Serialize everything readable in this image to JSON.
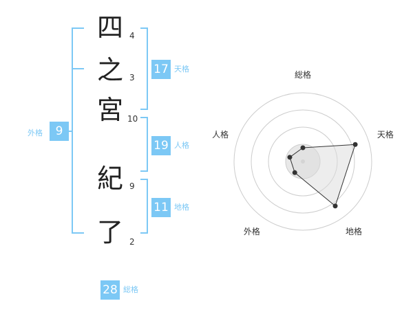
{
  "name": {
    "chars": [
      {
        "char": "四",
        "strokes": "4"
      },
      {
        "char": "之",
        "strokes": "3"
      },
      {
        "char": "宮",
        "strokes": "10"
      },
      {
        "char": "紀",
        "strokes": "9"
      },
      {
        "char": "了",
        "strokes": "2"
      }
    ]
  },
  "scores": {
    "tenkaku": {
      "value": "17",
      "label": "天格"
    },
    "jinkaku": {
      "value": "19",
      "label": "人格"
    },
    "chikaku": {
      "value": "11",
      "label": "地格"
    },
    "gaikaku": {
      "value": "9",
      "label": "外格"
    },
    "soukaku": {
      "value": "28",
      "label": "総格"
    }
  },
  "radar": {
    "axes": [
      "総格",
      "天格",
      "地格",
      "外格",
      "人格"
    ],
    "values": [
      1,
      4,
      4,
      1,
      1
    ],
    "max": 5,
    "rings": 4,
    "colors": {
      "ring": "#cccccc",
      "fill": "#eeeeee",
      "line": "#333333",
      "point": "#333333"
    }
  },
  "colors": {
    "accent": "#7cc8f5"
  }
}
